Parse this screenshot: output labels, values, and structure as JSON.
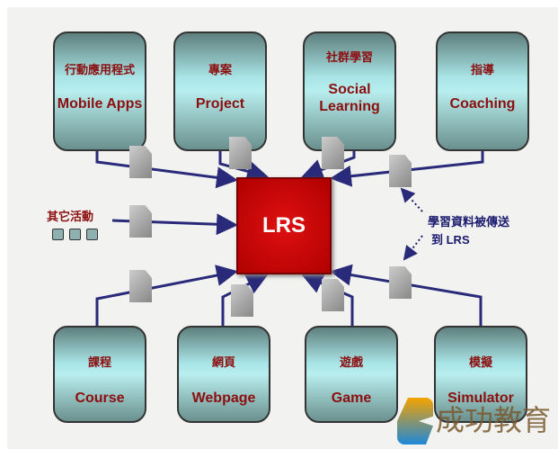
{
  "center": {
    "label": "LRS"
  },
  "top_nodes": [
    {
      "zh": "行動應用程式",
      "en": "Mobile Apps"
    },
    {
      "zh": "專案",
      "en": "Project"
    },
    {
      "zh": "社群學習",
      "en": "Social Learning"
    },
    {
      "zh": "指導",
      "en": "Coaching"
    }
  ],
  "bottom_nodes": [
    {
      "zh": "課程",
      "en": "Course"
    },
    {
      "zh": "網頁",
      "en": "Webpage"
    },
    {
      "zh": "遊戲",
      "en": "Game"
    },
    {
      "zh": "模擬",
      "en": "Simulator"
    }
  ],
  "other": {
    "zh": "其它活動"
  },
  "note": {
    "line1": "學習資料被傳送",
    "line2": "到 LRS"
  },
  "watermark": {
    "text": "成功教育"
  },
  "colors": {
    "line": "#2a2a7a",
    "lrs": "#cc0000",
    "text": "#8c0f10"
  }
}
